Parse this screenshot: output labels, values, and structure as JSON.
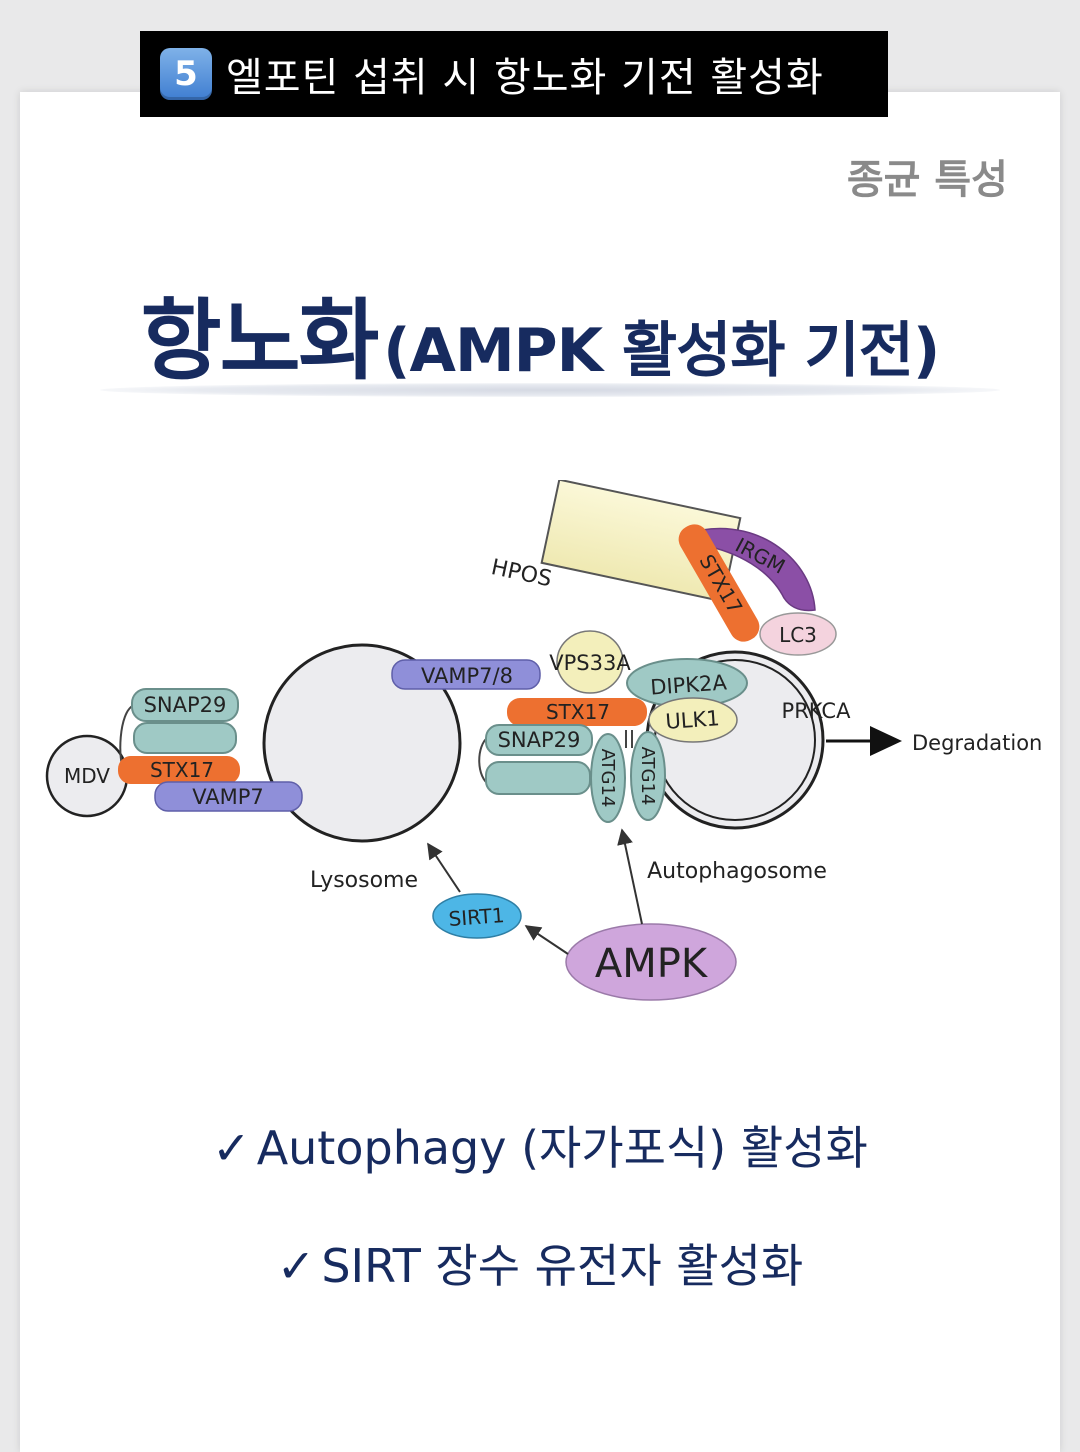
{
  "banner": {
    "badge": "5",
    "text": "엘포틴 섭취 시 항노화 기전 활성화"
  },
  "corner_label": "종균 특성",
  "title": {
    "main": "항노화",
    "sub": "(AMPK 활성화 기전)"
  },
  "diagram": {
    "nodes": {
      "mdv": "MDV",
      "snap29_left": "SNAP29",
      "stx17_left": "STX17",
      "vamp7": "VAMP7",
      "lysosome": "Lysosome",
      "vamp78": "VAMP7/8",
      "hpos": "HPOS",
      "vps33a": "VPS33A",
      "stx17_mid": "STX17",
      "snap29_mid": "SNAP29",
      "atg14_a": "ATG14",
      "atg14_b": "ATG14",
      "dipk2a": "DIPK2A",
      "ulk1": "ULK1",
      "prkca": "PRKCA",
      "irgm": "IRGM",
      "stx17_top": "STX17",
      "lc3": "LC3",
      "autophagosome": "Autophagosome",
      "degradation": "Degradation",
      "sirt1": "SIRT1",
      "ampk": "AMPK"
    },
    "colors": {
      "teal": "#9fc9c5",
      "orange": "#ed7030",
      "purple_blue": "#8f8fd9",
      "yellow": "#f3efbb",
      "cyan": "#4db6e6",
      "lavender": "#cfa6dc",
      "purple": "#8b4fa6",
      "pink": "#f4d3de"
    }
  },
  "bullets": [
    {
      "check": "✓",
      "text": "Autophagy (자가포식) 활성화"
    },
    {
      "check": "✓",
      "text": "SIRT 장수 유전자 활성화"
    }
  ]
}
